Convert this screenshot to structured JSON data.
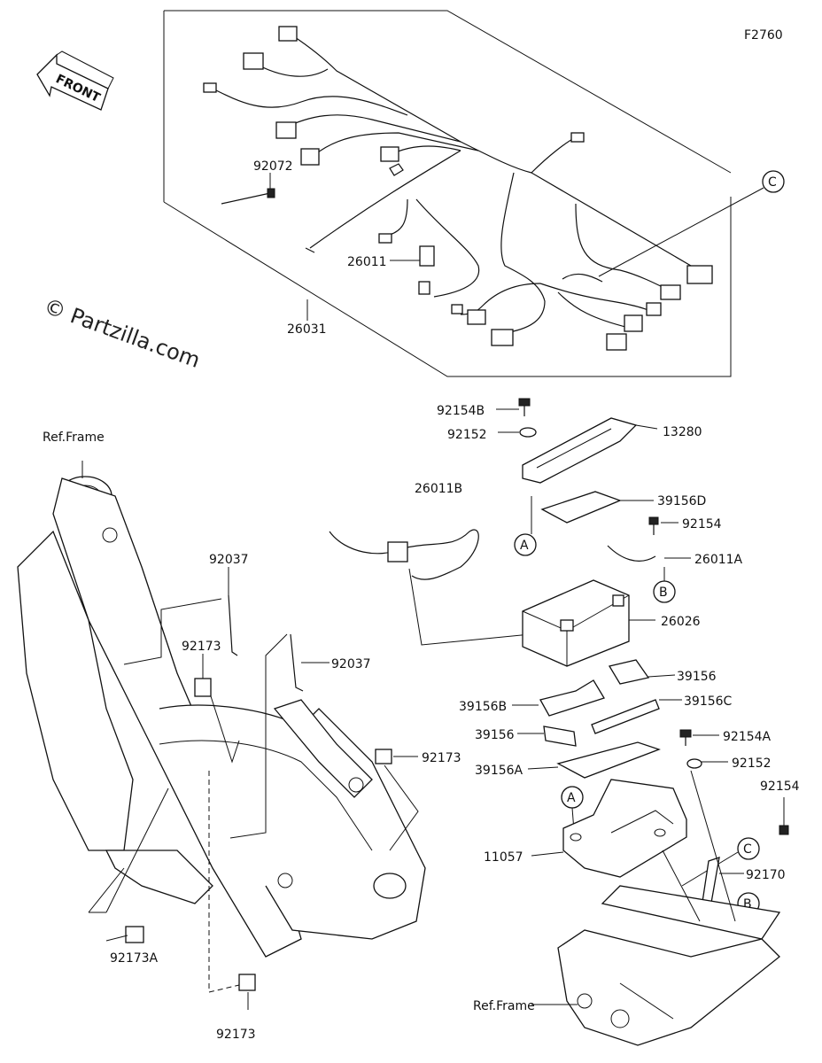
{
  "figure_code": "F2760",
  "front_text": "FRONT",
  "watermark": "© Partzilla.com",
  "callouts": {
    "a": "A",
    "b": "B",
    "c": "C"
  },
  "parts": {
    "p26031": "26031",
    "p92072": "92072",
    "p26011": "26011",
    "p92154B": "92154B",
    "p92152_top": "92152",
    "p13280": "13280",
    "p26011B": "26011B",
    "p39156D": "39156D",
    "p92154_mid": "92154",
    "p26011A": "26011A",
    "p26026": "26026",
    "p39156_a": "39156",
    "p39156B": "39156B",
    "p39156C": "39156C",
    "p39156_b": "39156",
    "p92154A": "92154A",
    "p39156A": "39156A",
    "p92152_low": "92152",
    "p92154_low": "92154",
    "p11057": "11057",
    "p92170": "92170",
    "p92037_a": "92037",
    "p92037_b": "92037",
    "p92173_a": "92173",
    "p92173_b": "92173",
    "p92173A": "92173A",
    "p92173_c": "92173",
    "ref_frame_a": "Ref.Frame",
    "ref_frame_b": "Ref.Frame"
  }
}
